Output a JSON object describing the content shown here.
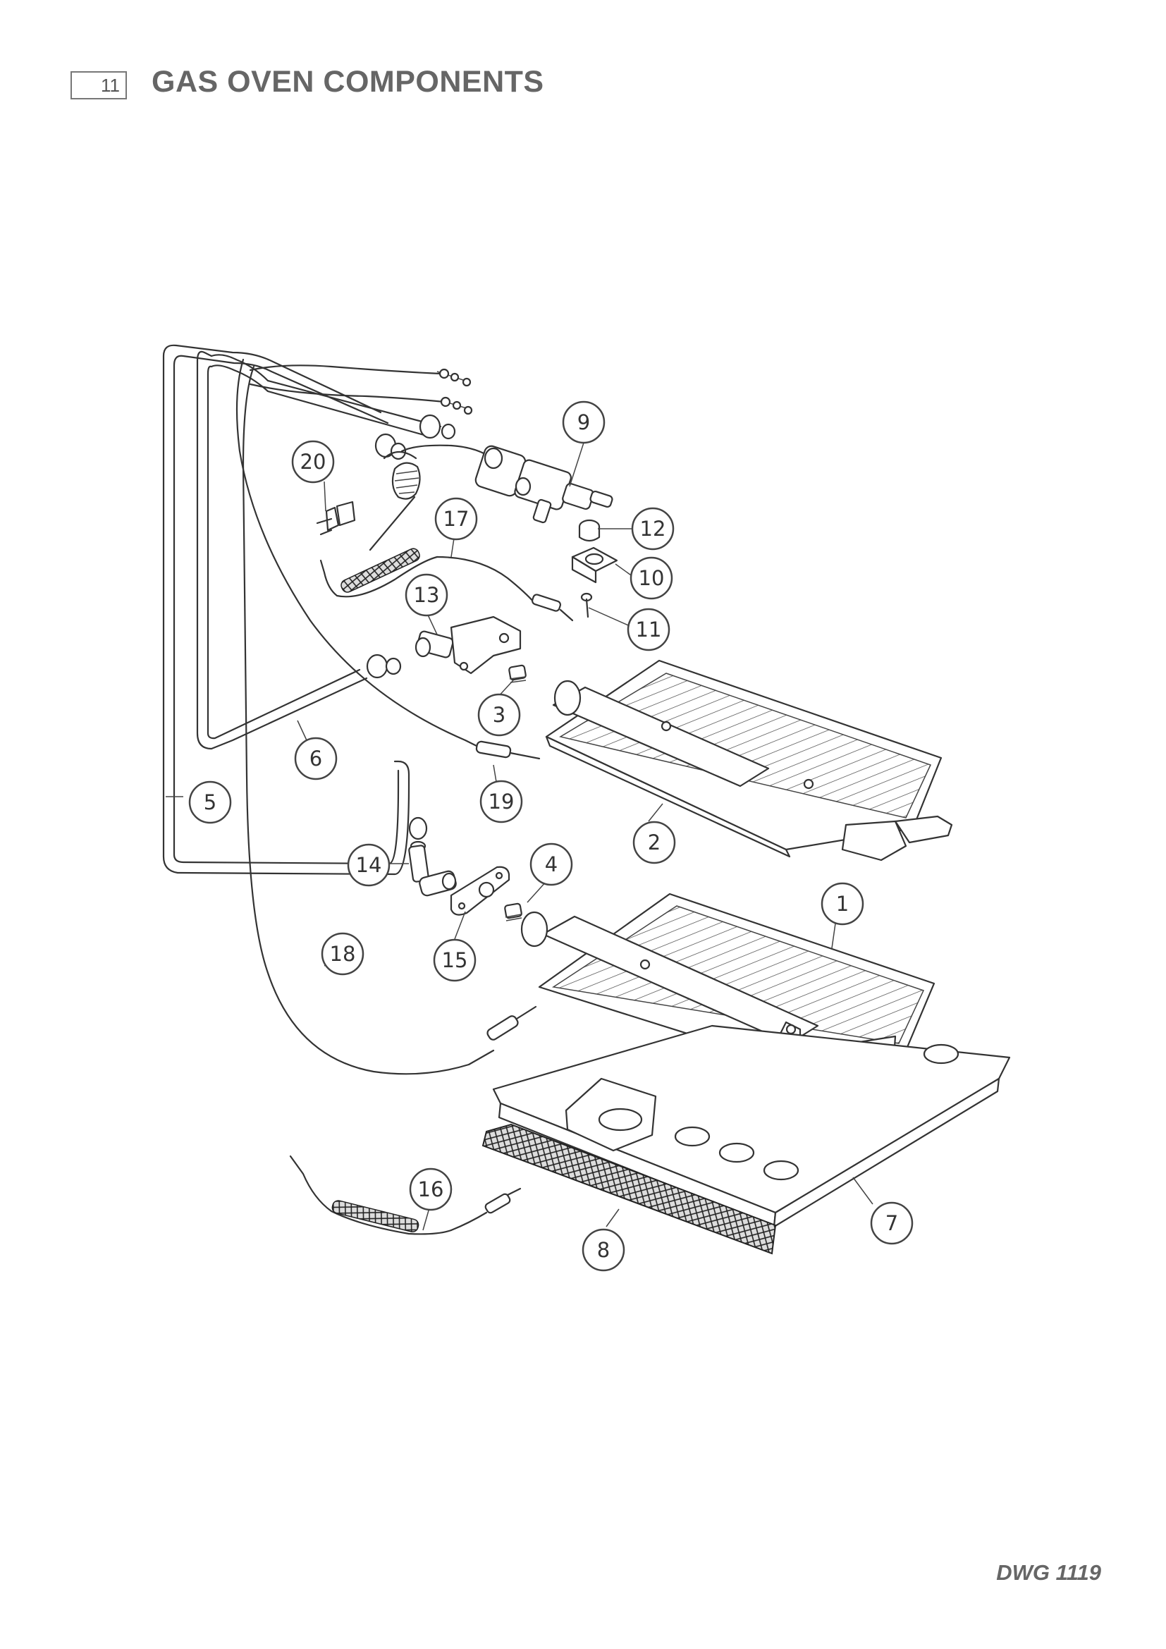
{
  "header": {
    "section_number": "11",
    "title": "GAS OVEN COMPONENTS"
  },
  "footer": {
    "drawing_ref": "DWG 1119"
  },
  "callouts": [
    "1",
    "2",
    "3",
    "4",
    "5",
    "6",
    "7",
    "8",
    "9",
    "10",
    "11",
    "12",
    "13",
    "14",
    "15",
    "16",
    "17",
    "18",
    "19",
    "20"
  ]
}
